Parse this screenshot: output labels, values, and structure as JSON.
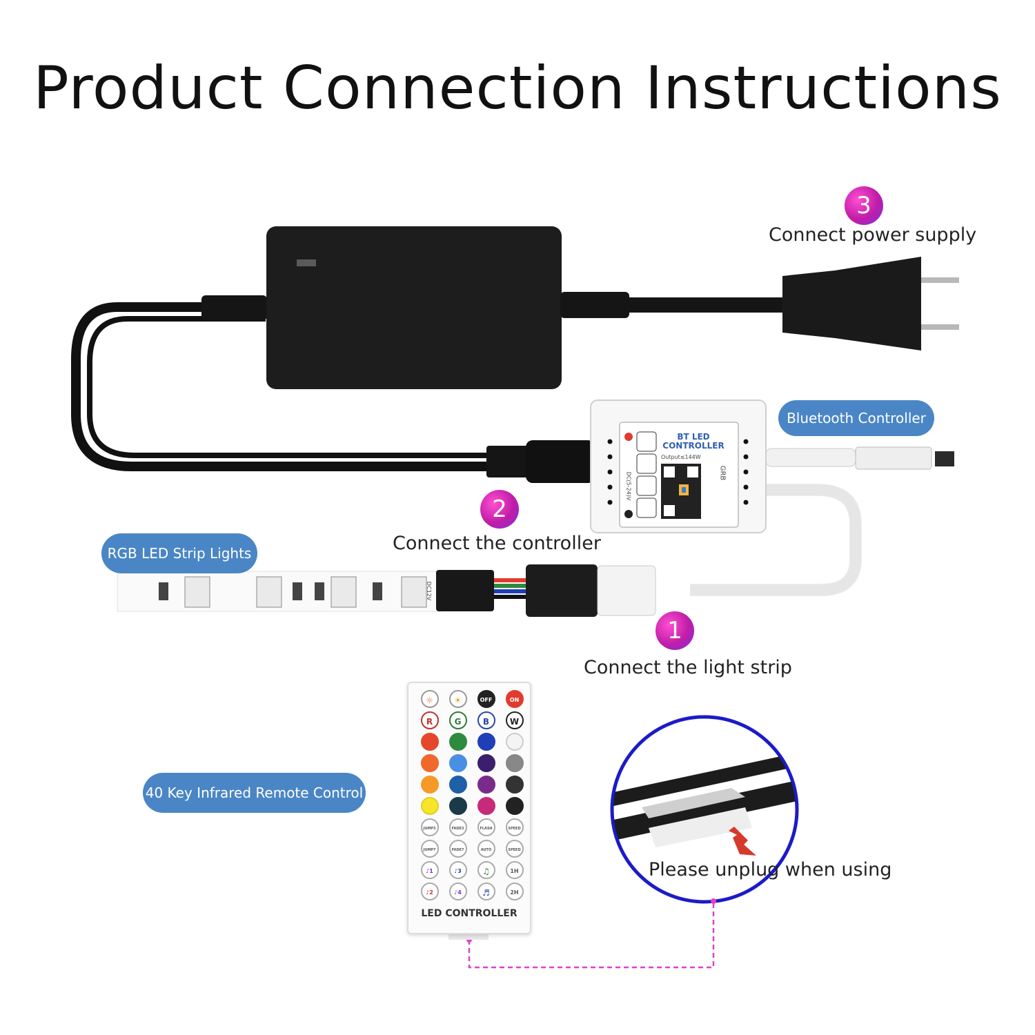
{
  "title": "Product Connection Instructions",
  "steps": [
    {
      "number": "1",
      "text": "Connect the light strip"
    },
    {
      "number": "2",
      "text": "Connect the controller"
    },
    {
      "number": "3",
      "text": "Connect power supply"
    }
  ],
  "labels": {
    "bluetooth_controller": "Bluetooth Controller",
    "rgb_strip": "RGB LED Strip Lights",
    "remote_control": "40 Key Infrared Remote Control",
    "unplug_note": "Please unplug when using"
  },
  "controller": {
    "title": "BT LED CONTROLLER",
    "output": "Output≤144W",
    "voltage": "DC(5-24)V",
    "pins": "GRB"
  },
  "strip": {
    "voltage": "DC12V"
  },
  "remote": {
    "label": "LED CONTROLLER",
    "keys": [
      {
        "text": "☼",
        "color": "#ffffff",
        "fg": "#e06a2b",
        "border": "#999"
      },
      {
        "text": "☀",
        "color": "#ffffff",
        "fg": "#e0a02b",
        "border": "#999"
      },
      {
        "text": "OFF",
        "color": "#222222",
        "fg": "#ffffff",
        "border": "#222"
      },
      {
        "text": "ON",
        "color": "#e23b2e",
        "fg": "#ffffff",
        "border": "#e23b2e"
      },
      {
        "text": "R",
        "color": "#ffffff",
        "fg": "#c0302a",
        "border": "#c0302a"
      },
      {
        "text": "G",
        "color": "#ffffff",
        "fg": "#2a7a3a",
        "border": "#2a7a3a"
      },
      {
        "text": "B",
        "color": "#ffffff",
        "fg": "#2a45a8",
        "border": "#2a45a8"
      },
      {
        "text": "W",
        "color": "#ffffff",
        "fg": "#222222",
        "border": "#222"
      },
      {
        "text": "",
        "color": "#e4472b",
        "fg": "#fff",
        "border": "#e4472b"
      },
      {
        "text": "",
        "color": "#2e8a3e",
        "fg": "#fff",
        "border": "#2e8a3e"
      },
      {
        "text": "",
        "color": "#1f3fb8",
        "fg": "#fff",
        "border": "#1f3fb8"
      },
      {
        "text": "",
        "color": "#f4f4f4",
        "fg": "#fff",
        "border": "#ccc"
      },
      {
        "text": "",
        "color": "#f0682a",
        "fg": "#fff",
        "border": "#f0682a"
      },
      {
        "text": "",
        "color": "#4a90e2",
        "fg": "#fff",
        "border": "#4a90e2"
      },
      {
        "text": "",
        "color": "#3a1f6e",
        "fg": "#fff",
        "border": "#3a1f6e"
      },
      {
        "text": "",
        "color": "#888888",
        "fg": "#fff",
        "border": "#888"
      },
      {
        "text": "",
        "color": "#f59a26",
        "fg": "#fff",
        "border": "#f59a26"
      },
      {
        "text": "",
        "color": "#1f5fa8",
        "fg": "#fff",
        "border": "#1f5fa8"
      },
      {
        "text": "",
        "color": "#7a2a8a",
        "fg": "#fff",
        "border": "#7a2a8a"
      },
      {
        "text": "",
        "color": "#333333",
        "fg": "#fff",
        "border": "#333"
      },
      {
        "text": "",
        "color": "#f5e62a",
        "fg": "#fff",
        "border": "#e0d020"
      },
      {
        "text": "",
        "color": "#1a3a4a",
        "fg": "#fff",
        "border": "#1a3a4a"
      },
      {
        "text": "",
        "color": "#c82a7a",
        "fg": "#fff",
        "border": "#c82a7a"
      },
      {
        "text": "",
        "color": "#222222",
        "fg": "#fff",
        "border": "#222"
      },
      {
        "text": "JUMP3",
        "color": "#ffffff",
        "fg": "#555",
        "border": "#aaa"
      },
      {
        "text": "FADE3",
        "color": "#ffffff",
        "fg": "#555",
        "border": "#aaa"
      },
      {
        "text": "FLASH",
        "color": "#ffffff",
        "fg": "#555",
        "border": "#aaa"
      },
      {
        "text": "SPEED",
        "color": "#ffffff",
        "fg": "#555",
        "border": "#aaa"
      },
      {
        "text": "JUMP7",
        "color": "#ffffff",
        "fg": "#555",
        "border": "#aaa"
      },
      {
        "text": "FADE7",
        "color": "#ffffff",
        "fg": "#555",
        "border": "#aaa"
      },
      {
        "text": "AUTO",
        "color": "#ffffff",
        "fg": "#555",
        "border": "#aaa"
      },
      {
        "text": "SPEED",
        "color": "#ffffff",
        "fg": "#555",
        "border": "#aaa"
      },
      {
        "text": "♪1",
        "color": "#ffffff",
        "fg": "#7a2fe0",
        "border": "#aaa"
      },
      {
        "text": "♪3",
        "color": "#ffffff",
        "fg": "#2a45a8",
        "border": "#aaa"
      },
      {
        "text": "♫",
        "color": "#ffffff",
        "fg": "#2a7a3a",
        "border": "#aaa"
      },
      {
        "text": "1H",
        "color": "#ffffff",
        "fg": "#555",
        "border": "#aaa"
      },
      {
        "text": "♪2",
        "color": "#ffffff",
        "fg": "#c0302a",
        "border": "#aaa"
      },
      {
        "text": "♪4",
        "color": "#ffffff",
        "fg": "#7a2fe0",
        "border": "#aaa"
      },
      {
        "text": "♬",
        "color": "#ffffff",
        "fg": "#2a45a8",
        "border": "#aaa"
      },
      {
        "text": "2H",
        "color": "#ffffff",
        "fg": "#555",
        "border": "#aaa"
      }
    ]
  }
}
